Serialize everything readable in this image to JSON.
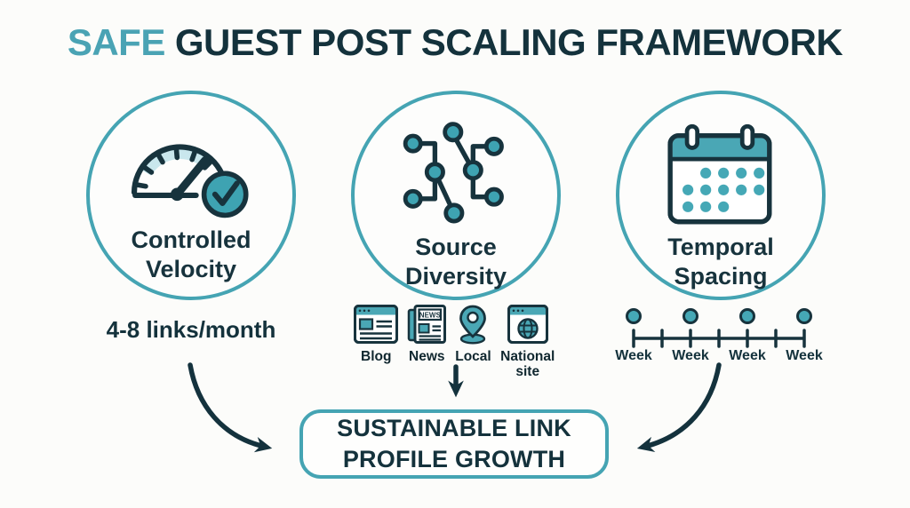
{
  "title": {
    "highlight": "SAFE",
    "rest": "GUEST POST SCALING FRAMEWORK"
  },
  "colors": {
    "teal_accent": "#45A4B3",
    "teal_fill": "#3EA3B2",
    "dark_teal": "#14323C",
    "light_band": "#C9E7ED",
    "background": "#FCFCFA"
  },
  "pillars": [
    {
      "label": "Controlled Velocity",
      "icon": "speedometer-check-icon",
      "detail": "4-8 links/month"
    },
    {
      "label": "Source Diversity",
      "icon": "network-nodes-icon",
      "sources": [
        {
          "label": "Blog",
          "icon": "blog-window-icon"
        },
        {
          "label": "News",
          "icon": "newspaper-icon",
          "badge": "NEWS"
        },
        {
          "label": "Local",
          "icon": "map-pin-icon"
        },
        {
          "label": "National site",
          "icon": "globe-window-icon"
        }
      ]
    },
    {
      "label": "Temporal Spacing",
      "icon": "calendar-icon",
      "timeline": {
        "labels": [
          "Week",
          "Week",
          "Week",
          "Week"
        ]
      }
    }
  ],
  "outcome": {
    "label": "SUSTAINABLE LINK PROFILE GROWTH"
  }
}
